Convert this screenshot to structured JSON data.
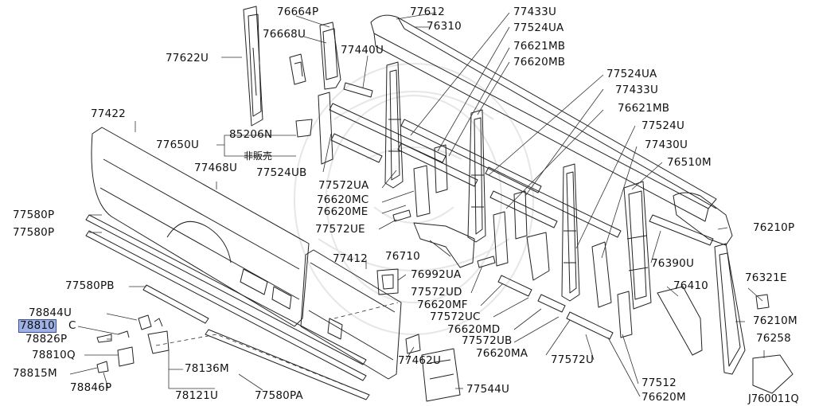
{
  "diagram_code": "J760011Q",
  "note_not_for_sale": "非販売",
  "labels": {
    "p76664P": "76664P",
    "p77612": "77612",
    "p77433U_a": "77433U",
    "p76310": "76310",
    "p77524UA_a": "77524UA",
    "p76668U": "76668U",
    "p76621MB_a": "76621MB",
    "p77440U": "77440U",
    "p76620MB": "76620MB",
    "p77622U": "77622U",
    "p77524UA_b": "77524UA",
    "p77433U_b": "77433U",
    "p76621MB_b": "76621MB",
    "p77422": "77422",
    "p85206N": "85206N",
    "p77524U": "77524U",
    "p77650U": "77650U",
    "p77430U": "77430U",
    "p77468U": "77468U",
    "p77524UB": "77524UB",
    "p76510M": "76510M",
    "p77572UA": "77572UA",
    "p76620MC": "76620MC",
    "p76620ME": "76620ME",
    "p77580P_a": "77580P",
    "p77572UE": "77572UE",
    "p76210P": "76210P",
    "p77580P_b": "77580P",
    "p77412": "77412",
    "p76710": "76710",
    "p76390U": "76390U",
    "p76992UA": "76992UA",
    "p76410": "76410",
    "p76321E": "76321E",
    "p77580PB": "77580PB",
    "p77572UD": "77572UD",
    "p76620MF": "76620MF",
    "p78844U": "78844U",
    "p77572UC": "77572UC",
    "p76210M": "76210M",
    "p78810C_a": "78810",
    "p78810C_b": "C",
    "p76620MD": "76620MD",
    "p78826P": "78826P",
    "p77572UB": "77572UB",
    "p76258": "76258",
    "p78810Q": "78810Q",
    "p76620MA": "76620MA",
    "p77572U": "77572U",
    "p77462U": "77462U",
    "p78136M": "78136M",
    "p78815M": "78815M",
    "p77512": "77512",
    "p78846P": "78846P",
    "p77544U": "77544U",
    "p78121U": "78121U",
    "p77580PA": "77580PA",
    "p76620M": "76620M"
  }
}
